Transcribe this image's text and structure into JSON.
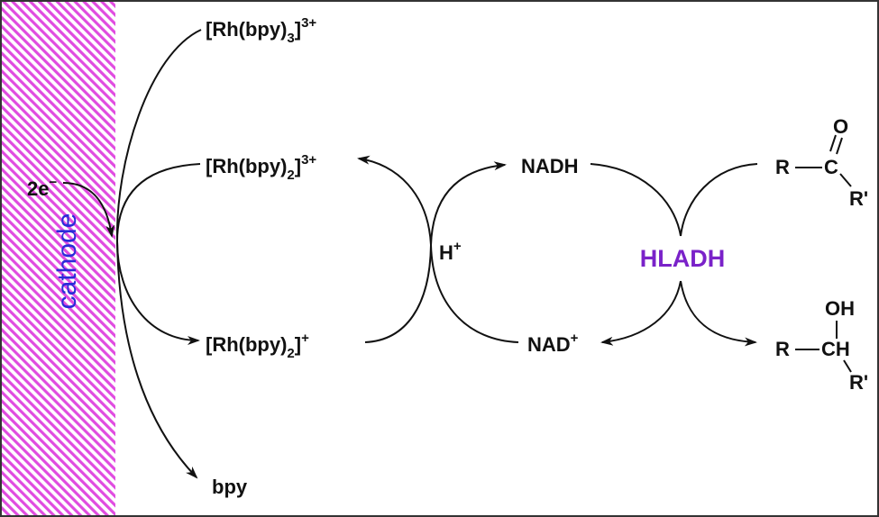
{
  "electrode": {
    "label": "cathode",
    "text_color": "#2b2bd9",
    "stripe_color": "#e04ce0"
  },
  "electrons": {
    "base": "2e",
    "sup": "−"
  },
  "species": {
    "rh_bpy3": {
      "base": "[Rh(bpy)",
      "sub": "3",
      "bracket": "]",
      "sup": "3+"
    },
    "rh_bpy2_ox": {
      "base": "[Rh(bpy)",
      "sub": "2",
      "bracket": "]",
      "sup": "3+"
    },
    "rh_bpy2_red": {
      "base": "[Rh(bpy)",
      "sub": "2",
      "bracket": "]",
      "sup": "+"
    },
    "bpy": "bpy",
    "proton": {
      "base": "H",
      "sup": "+"
    },
    "nadh": "NADH",
    "nad": {
      "base": "NAD",
      "sup": "+"
    }
  },
  "enzyme": {
    "label": "HLADH",
    "color": "#7a22c9"
  },
  "ketone": {
    "r": "R",
    "c": "C",
    "o": "O",
    "r_prime": "R'"
  },
  "alcohol": {
    "r": "R",
    "ch": "CH",
    "oh": "OH",
    "r_prime": "R'"
  }
}
